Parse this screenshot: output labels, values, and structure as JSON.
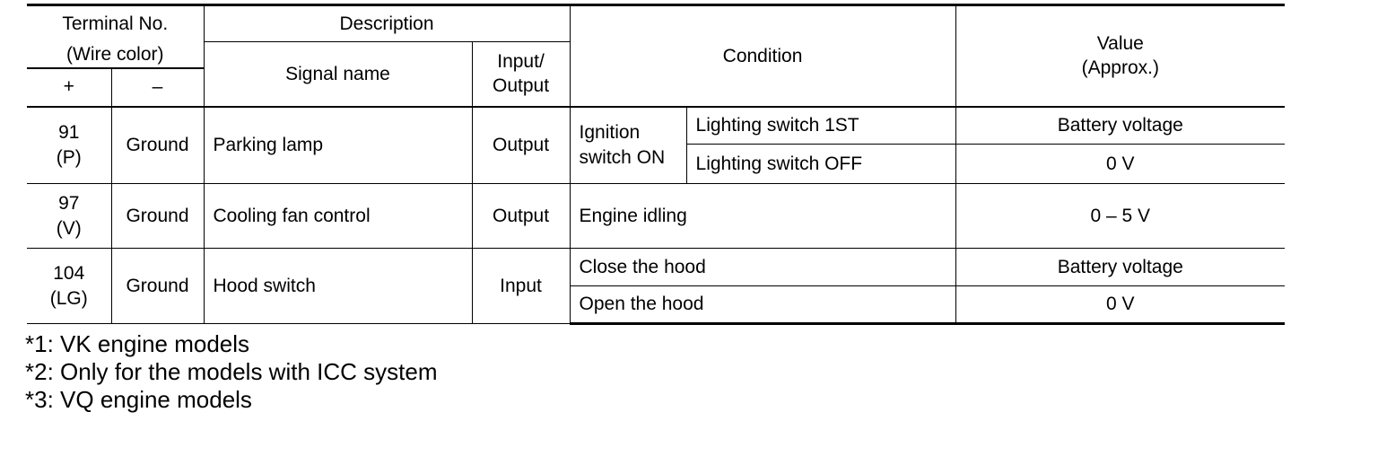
{
  "header": {
    "terminal_no": "Terminal No.",
    "wire_color": "(Wire color)",
    "plus": "+",
    "minus": "–",
    "description": "Description",
    "signal_name": "Signal name",
    "input_output_1": "Input/",
    "input_output_2": "Output",
    "condition": "Condition",
    "value_1": "Value",
    "value_2": "(Approx.)"
  },
  "rows": [
    {
      "terminal": "91",
      "wire": "(P)",
      "ground": "Ground",
      "signal": "Parking lamp",
      "io": "Output",
      "condition_main_1": "Ignition",
      "condition_main_2": "switch ON",
      "sub": [
        {
          "condition": "Lighting switch 1ST",
          "value": "Battery voltage"
        },
        {
          "condition": "Lighting switch OFF",
          "value": "0 V"
        }
      ]
    },
    {
      "terminal": "97",
      "wire": "(V)",
      "ground": "Ground",
      "signal": "Cooling fan control",
      "io": "Output",
      "condition": "Engine idling",
      "value": "0 – 5 V"
    },
    {
      "terminal": "104",
      "wire": "(LG)",
      "ground": "Ground",
      "signal": "Hood switch",
      "io": "Input",
      "sub": [
        {
          "condition": "Close the hood",
          "value": "Battery voltage"
        },
        {
          "condition": "Open the hood",
          "value": "0 V"
        }
      ]
    }
  ],
  "notes": [
    "*1: VK engine models",
    "*2: Only for the models with ICC system",
    "*3: VQ engine models"
  ]
}
